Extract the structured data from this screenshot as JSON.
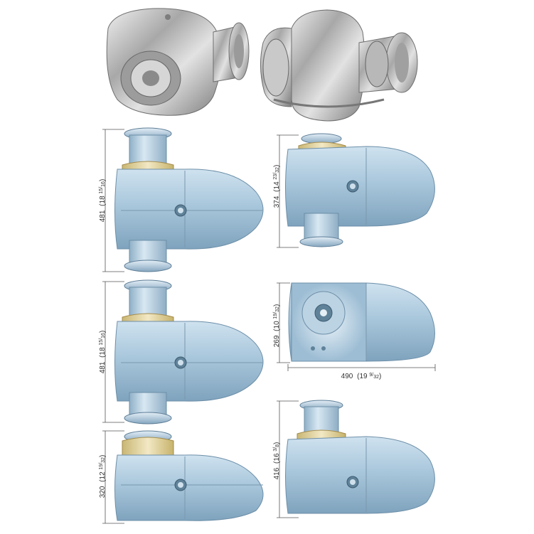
{
  "dimensions": {
    "d1": "481",
    "d1_paren": "(18",
    "d1_frac_num": "15",
    "d1_frac_den": "16",
    "d2": "374",
    "d2_paren": "(14",
    "d2_frac_num": "23",
    "d2_frac_den": "32",
    "d3": "481",
    "d3_paren": "(18",
    "d3_frac_num": "15",
    "d3_frac_den": "16",
    "d4": "269",
    "d4_paren": "(10",
    "d4_frac_num": "19",
    "d4_frac_den": "32",
    "d5": "490",
    "d5_paren": "(19",
    "d5_frac_num": "9",
    "d5_frac_den": "32",
    "d6": "320",
    "d6_paren": "(12",
    "d6_frac_num": "19",
    "d6_frac_den": "32",
    "d7": "416",
    "d7_paren": "(16",
    "d7_frac_num": "3",
    "d7_frac_den": "8"
  },
  "colors": {
    "body": "#a9c7dc",
    "gypsy": "#e6d9a6",
    "chrome": "#bfbfbf",
    "background": "#ffffff"
  }
}
